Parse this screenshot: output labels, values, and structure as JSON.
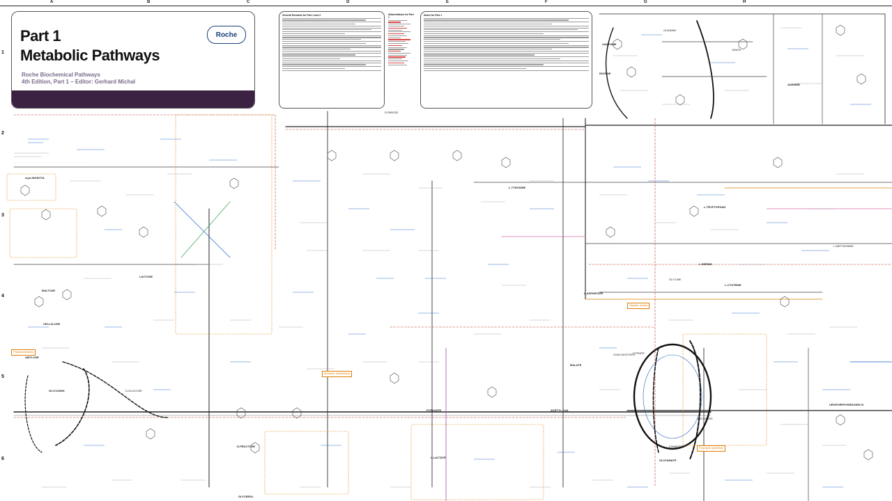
{
  "poster": {
    "part": "Part 1",
    "title": "Metabolic Pathways",
    "subtitle": "Roche Biochemical Pathways",
    "edition": "4th Edition, Part 1 – Editor: Gerhard Michal",
    "brand": "Roche",
    "colors": {
      "band": "#3b2242",
      "subtitle": "#7a6b8a",
      "brand": "#1a3f7a",
      "enzyme": "#1a5fc8",
      "regulation": "#c0392b",
      "pathway_box": "#e07b00"
    }
  },
  "grid": {
    "columns": [
      "A",
      "B",
      "C",
      "D",
      "E",
      "F",
      "G",
      "H"
    ],
    "rows": [
      "1",
      "2",
      "3",
      "4",
      "5",
      "6"
    ]
  },
  "notes": {
    "general": "General Remarks for Part 1 and 2",
    "abbreviations": "Abbreviations for Part 1",
    "notes": "Notes for Part 1"
  },
  "labels": {
    "pyruvate": "PYRUVATE",
    "acetyl_coa": "ACETYL-CoA",
    "malate": "MALATE",
    "glutamate": "GLUTAMATE",
    "oxaloacetate": "OXALOACETATE",
    "l_serine": "L-SERINE",
    "l_cysteine": "L-CYSTEINE",
    "glycerol": "GLYCEROL",
    "lactose": "LACTOSE",
    "cellulose": "CELLULOSE",
    "maltose": "MALTOSE",
    "amylose": "AMYLOSE",
    "myo_inositol": "myo-INOSITOL",
    "l_tyrosine": "L-TYROSINE",
    "l_tryptophan": "L-TRYPTOPHAN",
    "l_lactate": "L-LACTATE",
    "l_aspartate": "L-ASPARTATE",
    "d_ribose": "D-RIBOSE",
    "xanthine": "XANTHINE",
    "inosine": "INOSINE",
    "adenine": "ADENINE",
    "uroporphyrinogen": "UROPORPHYRINOGEN III",
    "polysaccharides": "Polysaccharides",
    "methane_metabolism": "Methane metabolism",
    "glycine_box": "Glycine, serine",
    "porphyrins": "Porphyrin synthesis",
    "glycogen": "GLYCOGEN",
    "fructose": "D-FRUCTOSE",
    "glucose": "D-GLUCOSE",
    "citrate": "CITRATE",
    "succinate": "SUCCINATE",
    "fumarate": "FUMARATE",
    "urate": "URATE",
    "guanine": "GUANINE",
    "glycine": "GLYCINE",
    "methionine": "L-METHIONINE"
  }
}
